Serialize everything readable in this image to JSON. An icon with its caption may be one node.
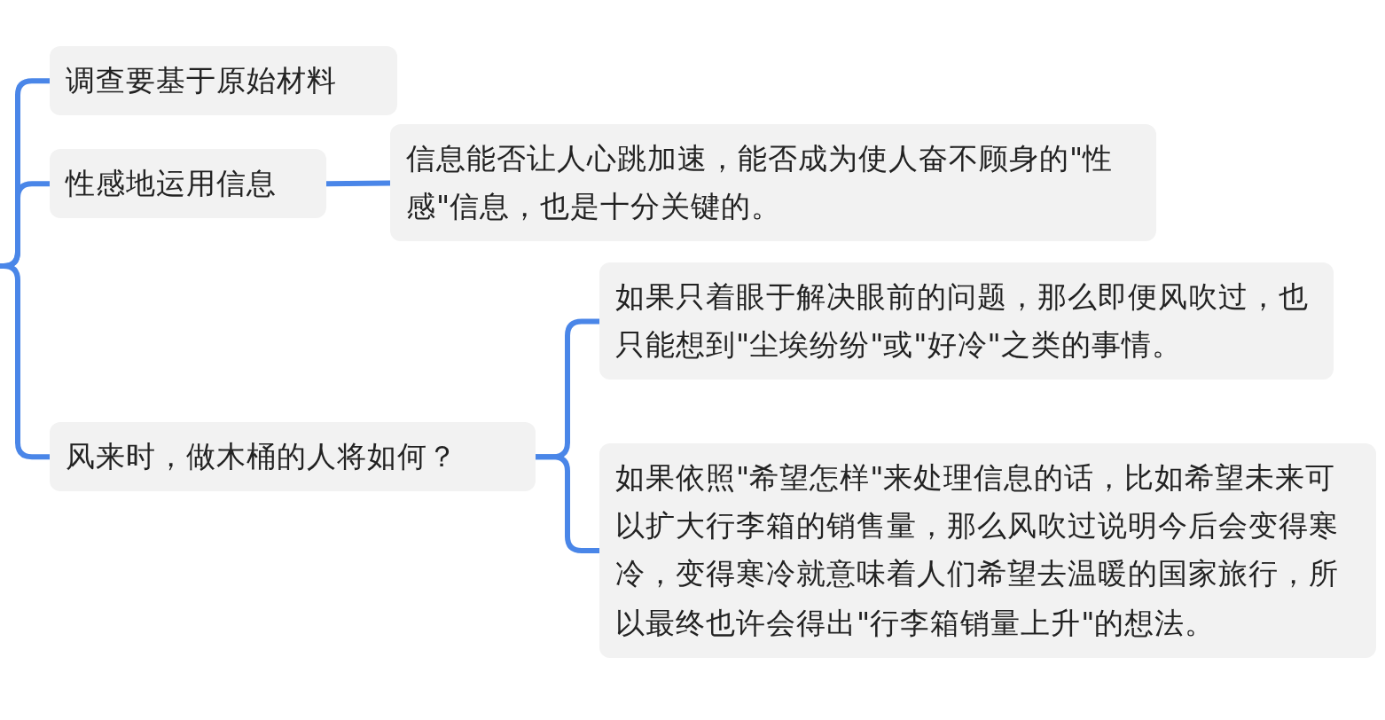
{
  "diagram": {
    "nodes": [
      {
        "text": [
          "调查要基于原始材料"
        ]
      },
      {
        "text": [
          "性感地运用信息"
        ]
      },
      {
        "text": [
          "信息能否让人心跳加速，能否成为使人奋不顾身的\"性感\"信息，也是十分关键的。"
        ]
      },
      {
        "text": [
          "风来时，做木桶的人将如何？"
        ]
      },
      {
        "text": [
          "如果只着眼于解决眼前的问题，那么即便风吹过，也只能想到\"尘埃纷纷\"或\"好冷\"之类的事情。"
        ]
      },
      {
        "text": [
          "如果依照\"希望怎样\"来处理信息的话，比如希望未来可以扩大行李箱的销售量，那么风吹过说明今后会变得寒冷，变得寒冷就意味着人们希望去温暖的国家旅行，所以最终也许会得出\"行李箱销量上升\"的想法。"
        ]
      }
    ],
    "edges": [
      {
        "from": null,
        "to": 0,
        "arrow": "none"
      },
      {
        "from": null,
        "to": 1,
        "arrow": "none"
      },
      {
        "from": null,
        "to": 3,
        "arrow": "none"
      },
      {
        "from": 1,
        "to": 2,
        "arrow": "none"
      },
      {
        "from": 3,
        "to": 4,
        "arrow": "none"
      },
      {
        "from": 3,
        "to": 5,
        "arrow": "none"
      }
    ]
  }
}
